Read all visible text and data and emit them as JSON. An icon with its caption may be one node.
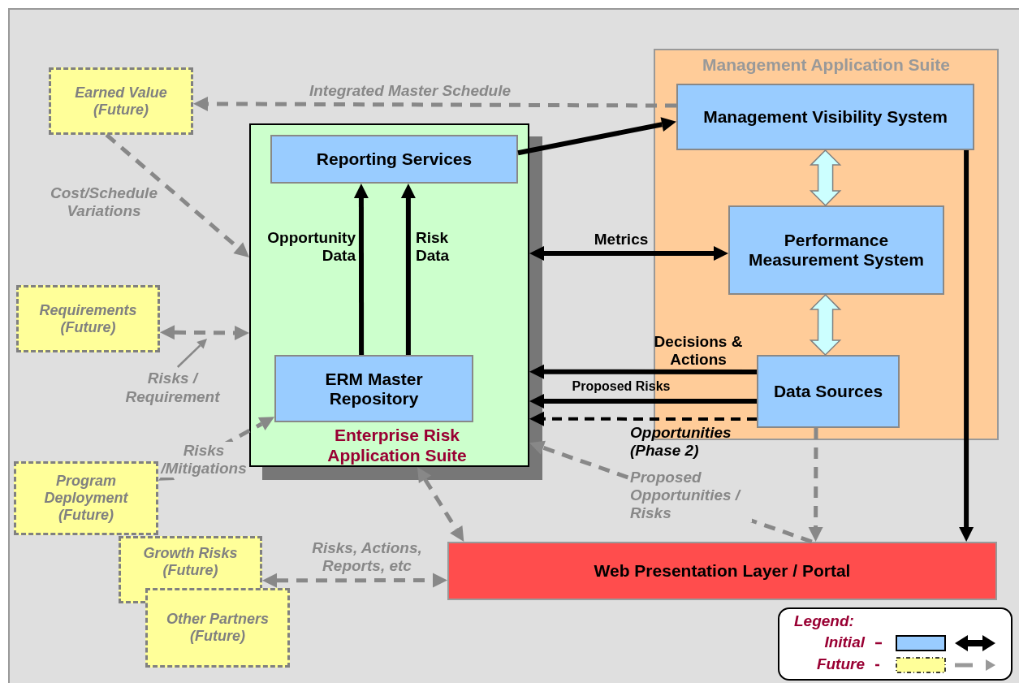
{
  "diagram": {
    "nodes": [
      {
        "text": [
          "Earned Value (Future)"
        ]
      },
      {
        "text": [
          "Management Application Suite"
        ]
      },
      {
        "text": [
          "Management Visibility System"
        ],
        "in": 1
      },
      {
        "text": [
          "Enterprise Risk Application Suite"
        ]
      },
      {
        "text": [
          "Reporting Services"
        ],
        "in": 3
      },
      {
        "text": [
          "Performance Measurement System"
        ],
        "in": 1
      },
      {
        "text": [
          "Requirements (Future)"
        ]
      },
      {
        "text": [
          "Risks / Requirement"
        ]
      },
      {
        "text": [
          "ERM Master Repository"
        ],
        "in": 3
      },
      {
        "text": [
          "Data Sources"
        ],
        "in": 1
      },
      {
        "text": [
          "Program Deployment (Future)"
        ]
      },
      {
        "text": [
          "Growth Risks (Future)"
        ]
      },
      {
        "text": [
          "Web Presentation Layer / Portal"
        ]
      },
      {
        "text": [
          "Other Partners (Future)"
        ]
      }
    ],
    "edges": [
      {
        "from": 2,
        "to": 0,
        "arrow": "to",
        "label": "Integrated Master Schedule",
        "style": "dashed"
      },
      {
        "from": 0,
        "to": 3,
        "arrow": "to",
        "label": "Cost/Schedule Variations",
        "style": "dashed"
      },
      {
        "from": 6,
        "to": 3,
        "arrow": "both",
        "style": "dashed"
      },
      {
        "from": 7,
        "to": null,
        "arrow": "to"
      },
      {
        "from": 10,
        "to": 8,
        "arrow": "both",
        "label": "Risks /Mitigations",
        "style": "dashed"
      },
      {
        "from": 11,
        "to": 12,
        "arrow": "both",
        "label": "Risks, Actions, Reports, etc",
        "style": "dashed"
      },
      {
        "from": 3,
        "to": 12,
        "arrow": "both",
        "style": "dashed"
      },
      {
        "from": 12,
        "to": 3,
        "arrow": "to",
        "label": "Proposed Opportunities / Risks",
        "style": "dashed"
      },
      {
        "from": 9,
        "to": 12,
        "arrow": "to",
        "style": "dashed"
      },
      {
        "from": 4,
        "to": 2,
        "arrow": "to",
        "color": "#000000"
      },
      {
        "from": 3,
        "to": 5,
        "arrow": "both",
        "label": "Metrics",
        "color": "#000000"
      },
      {
        "from": 2,
        "to": 5,
        "arrow": "both",
        "style": "thick",
        "color": "#ccffff"
      },
      {
        "from": 5,
        "to": 9,
        "arrow": "both",
        "style": "thick",
        "color": "#ccffff"
      },
      {
        "from": 2,
        "to": 12,
        "arrow": "to",
        "color": "#000000"
      },
      {
        "from": 8,
        "to": 4,
        "arrow": "to",
        "label": "Opportunity Data",
        "color": "#000000"
      },
      {
        "from": 8,
        "to": 4,
        "arrow": "to",
        "label": "Risk Data",
        "color": "#000000"
      },
      {
        "from": 9,
        "to": 3,
        "arrow": "to",
        "label": "Decisions & Actions",
        "color": "#000000"
      },
      {
        "from": 9,
        "to": 3,
        "arrow": "to",
        "label": "Proposed Risks",
        "color": "#000000"
      },
      {
        "from": 9,
        "to": 3,
        "arrow": "to",
        "label": "Opportunities (Phase 2)",
        "style": "dashed",
        "color": "#000000"
      }
    ],
    "labels": [
      "Legend:"
    ],
    "legend": [
      {
        "text": "Initial"
      },
      {
        "text": "Future"
      }
    ]
  }
}
